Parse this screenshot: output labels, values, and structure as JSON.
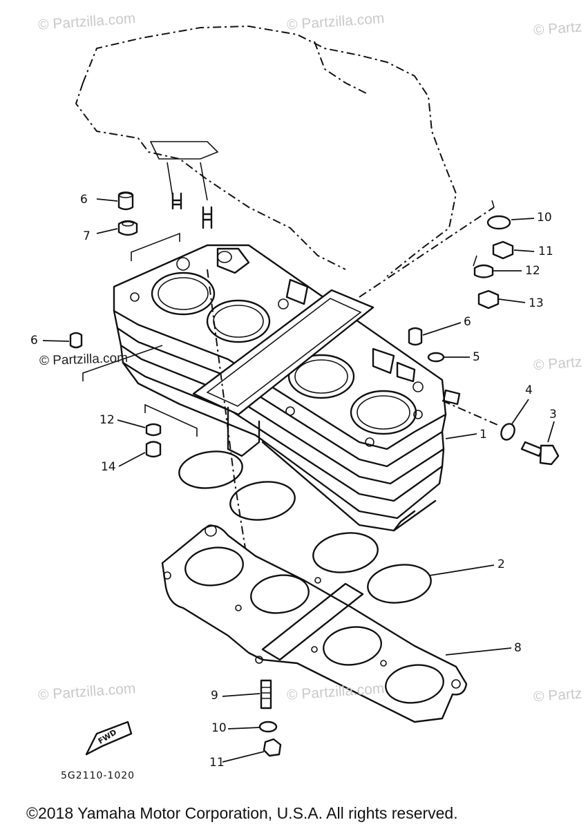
{
  "watermarks": [
    "© Partzilla.com",
    "© Partzilla.com",
    "© Partz",
    "© Partzilla.com",
    "© Partz",
    "© Partzilla.com",
    "© Partzilla.com",
    "© Partz"
  ],
  "callouts": {
    "c1": "1",
    "c2": "2",
    "c3": "3",
    "c4": "4",
    "c5": "5",
    "c6a": "6",
    "c6b": "6",
    "c6c": "6",
    "c7": "7",
    "c8": "8",
    "c9": "9",
    "c10a": "10",
    "c10b": "10",
    "c11a": "11",
    "c11b": "11",
    "c12a": "12",
    "c12b": "12",
    "c13": "13",
    "c14": "14"
  },
  "fwd_label": "FWD",
  "part_code": "5G2110-1020",
  "copyright": "©2018  Yamaha Motor Corporation, U.S.A. All rights reserved."
}
